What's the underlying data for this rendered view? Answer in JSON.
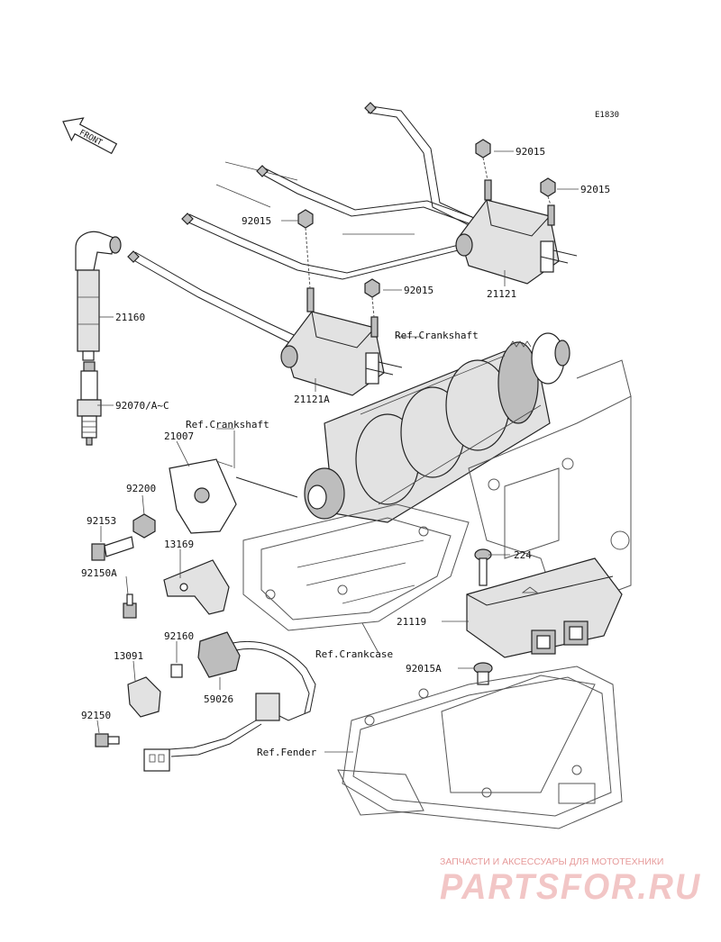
{
  "diagram_code": "E1830",
  "front_label": "FRONT",
  "callouts": {
    "p92015_a": "92015",
    "p92015_b": "92015",
    "p92015_c": "92015",
    "p92015_d": "92015",
    "p21121": "21121",
    "p21121a": "21121A",
    "p21160": "21160",
    "p92070": "92070/A~C",
    "ref_crankshaft_1": "Ref.Crankshaft",
    "ref_crankshaft_2": "Ref.Crankshaft",
    "p21007": "21007",
    "p92200": "92200",
    "p92153": "92153",
    "p13169": "13169",
    "p92150a": "92150A",
    "p224": "224",
    "p21119": "21119",
    "p92160": "92160",
    "p13091": "13091",
    "p59026": "59026",
    "ref_crankcase": "Ref.Crankcase",
    "p92015a": "92015A",
    "p92150": "92150",
    "ref_fender": "Ref.Fender"
  },
  "watermark": {
    "tagline": "ЗАПЧАСТИ И АКСЕССУАРЫ ДЛЯ МОТОТЕХНИКИ",
    "site": "PARTSFOR.RU"
  }
}
